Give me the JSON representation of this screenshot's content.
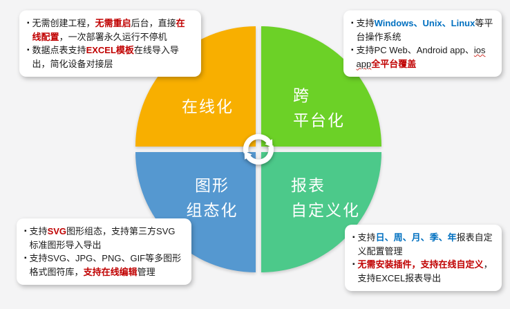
{
  "colors": {
    "background": "#f4f4f5",
    "quadrant_online": "#F8AF00",
    "quadrant_cross_platform": "#6CD127",
    "quadrant_graphic": "#5598D0",
    "quadrant_report": "#4CC98A",
    "highlight_red": "#C00000",
    "highlight_blue": "#0070C0",
    "quadrant_label_text": "#ffffff",
    "body_text": "#1a1a1a",
    "callout_background": "#ffffff"
  },
  "ui": {
    "bullet_char": "▪"
  },
  "quadrants": {
    "online": {
      "label": "在线化"
    },
    "cross_platform": {
      "line1": "跨",
      "line2": "平台化"
    },
    "graphic": {
      "line1": "图形",
      "line2": "组态化"
    },
    "report": {
      "line1": "报表",
      "line2": "自定义化"
    }
  },
  "callouts": {
    "online": {
      "bullets": [
        {
          "segments": [
            {
              "text": "无需创建工程，",
              "style": "plain"
            },
            {
              "text": "无需重启",
              "style": "red"
            },
            {
              "text": "后台，直接",
              "style": "plain"
            },
            {
              "text": "在线配置",
              "style": "red"
            },
            {
              "text": "，一次部署永久运行不停机",
              "style": "plain"
            }
          ]
        },
        {
          "segments": [
            {
              "text": "数据点表支持",
              "style": "plain"
            },
            {
              "text": "EXCEL模板",
              "style": "red"
            },
            {
              "text": "在线导入导出，简化设备对接层",
              "style": "plain"
            }
          ]
        }
      ]
    },
    "cross_platform": {
      "bullets": [
        {
          "segments": [
            {
              "text": "支持",
              "style": "plain"
            },
            {
              "text": "Windows、Unix、Linux",
              "style": "blue"
            },
            {
              "text": "等平台操作系统",
              "style": "plain"
            }
          ]
        },
        {
          "segments": [
            {
              "text": "支持PC Web、Android app、",
              "style": "plain"
            },
            {
              "text": "ios app",
              "style": "plain",
              "squiggle": true
            },
            {
              "text": "全平台覆盖",
              "style": "red"
            }
          ]
        }
      ]
    },
    "graphic": {
      "bullets": [
        {
          "segments": [
            {
              "text": "支持",
              "style": "plain"
            },
            {
              "text": "SVG",
              "style": "red"
            },
            {
              "text": "图形组态，支持第三方SVG标准图形导入导出",
              "style": "plain"
            }
          ]
        },
        {
          "segments": [
            {
              "text": "支持SVG、JPG、PNG、GIF等多图形格式图符库，",
              "style": "plain"
            },
            {
              "text": "支持在线编辑",
              "style": "red"
            },
            {
              "text": "管理",
              "style": "plain"
            }
          ]
        }
      ]
    },
    "report": {
      "bullets": [
        {
          "segments": [
            {
              "text": "支持",
              "style": "plain"
            },
            {
              "text": "日、周、月、季、年",
              "style": "blue"
            },
            {
              "text": "报表自定义配置管理",
              "style": "plain"
            }
          ]
        },
        {
          "segments": [
            {
              "text": "无需安装插件，支持在线自定义",
              "style": "red"
            },
            {
              "text": "，支持EXCEL报表导出",
              "style": "plain"
            }
          ]
        }
      ]
    }
  }
}
